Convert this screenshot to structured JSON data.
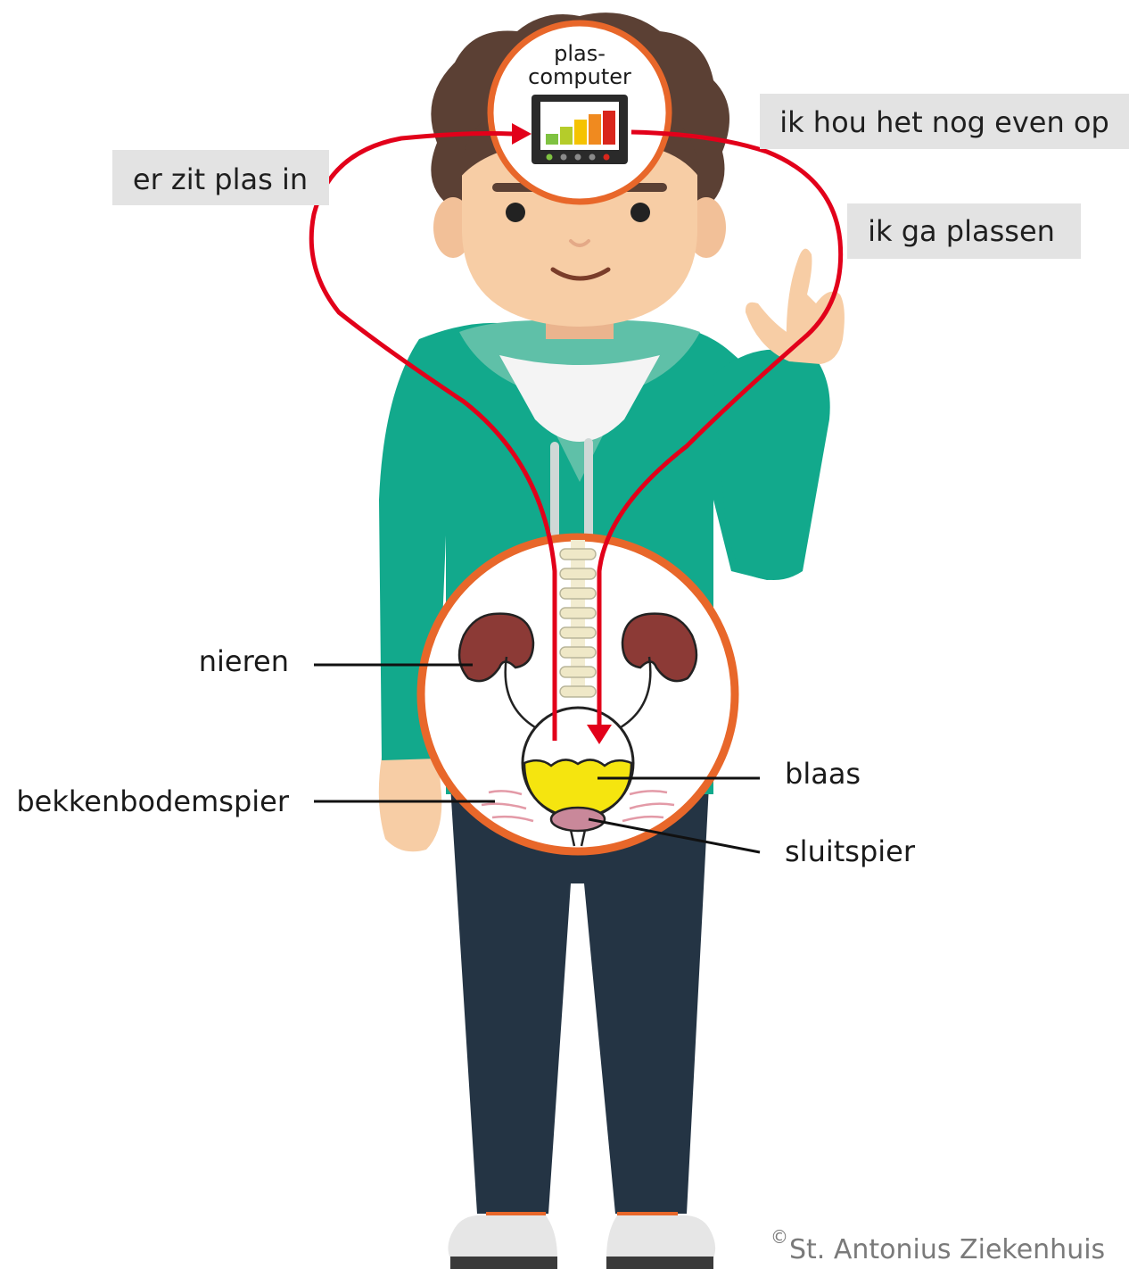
{
  "brain": {
    "line1": "plas-",
    "line2": "computer"
  },
  "messages": {
    "signal_in": "er zit plas in",
    "hold": "ik hou het nog even op",
    "go": "ik ga plassen"
  },
  "labels": {
    "kidneys": "nieren",
    "bladder": "blaas",
    "pelvic_floor": "bekkenbodemspier",
    "sphincter": "sluitspier"
  },
  "copyright": {
    "symbol": "©",
    "text": "St. Antonius Ziekenhuis"
  },
  "colors": {
    "arrow": "#e2001a",
    "circle_ring": "#e8672a",
    "hoodie": "#12a98c",
    "hoodie_light": "#5fc0a8",
    "skin": "#f7cda5",
    "hair": "#5b4034",
    "pants": "#243444",
    "bladder_fill": "#f5e50f",
    "kidney": "#8c3a36",
    "label_box": "#e3e3e3"
  },
  "icons": {
    "computer": "bar-chart-monitor-icon"
  }
}
